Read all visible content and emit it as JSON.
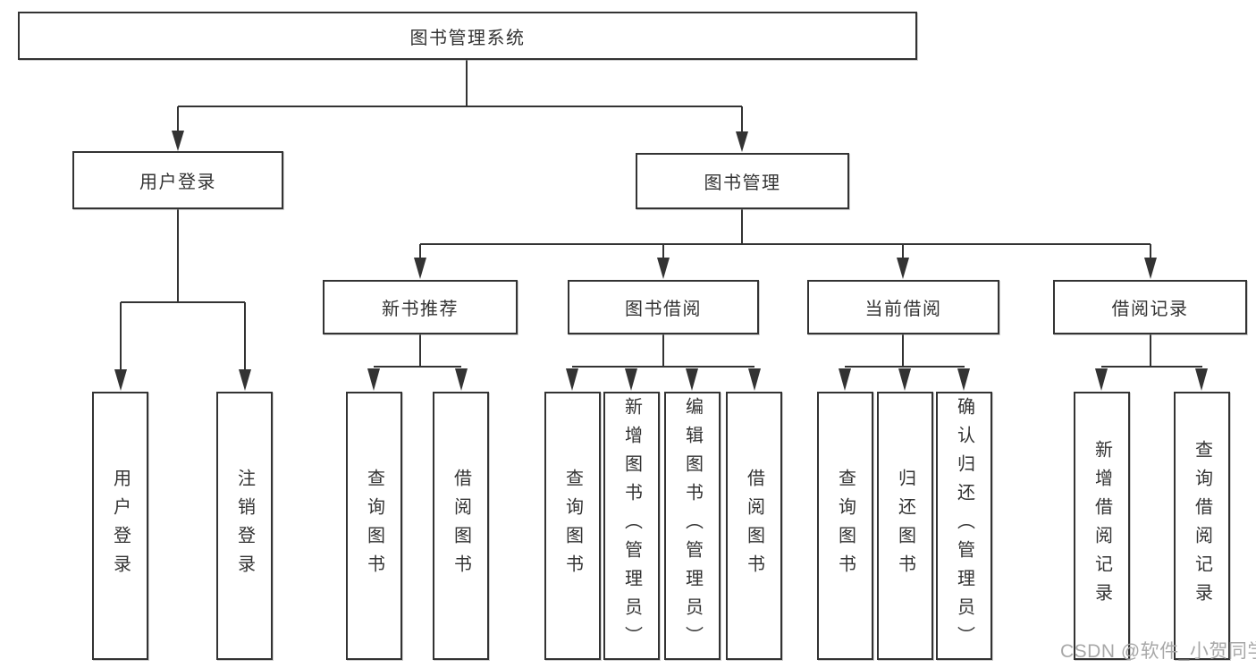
{
  "diagram": {
    "type": "hierarchy-tree",
    "root": {
      "label": "图书管理系统"
    },
    "level2": [
      {
        "id": "user-login",
        "label": "用户登录",
        "parent": "图书管理系统"
      },
      {
        "id": "book-management",
        "label": "图书管理",
        "parent": "图书管理系统"
      }
    ],
    "level3": [
      {
        "id": "new-book-recommend",
        "label": "新书推荐",
        "parent": "图书管理"
      },
      {
        "id": "book-borrow",
        "label": "图书借阅",
        "parent": "图书管理"
      },
      {
        "id": "current-borrow",
        "label": "当前借阅",
        "parent": "图书管理"
      },
      {
        "id": "borrow-records",
        "label": "借阅记录",
        "parent": "图书管理"
      }
    ],
    "leaves": [
      {
        "label": "用户登录",
        "parent": "用户登录"
      },
      {
        "label": "注销登录",
        "parent": "用户登录"
      },
      {
        "label": "查询图书",
        "parent": "新书推荐"
      },
      {
        "label": "借阅图书",
        "parent": "新书推荐"
      },
      {
        "label": "查询图书",
        "parent": "图书借阅"
      },
      {
        "label": "新增图书（管理员）",
        "parent": "图书借阅"
      },
      {
        "label": "编辑图书（管理员）",
        "parent": "图书借阅"
      },
      {
        "label": "借阅图书",
        "parent": "图书借阅"
      },
      {
        "label": "查询图书",
        "parent": "当前借阅"
      },
      {
        "label": "归还图书",
        "parent": "当前借阅"
      },
      {
        "label": "确认归还（管理员）",
        "parent": "当前借阅"
      },
      {
        "label": "新增借阅记录",
        "parent": "借阅记录"
      },
      {
        "label": "查询借阅记录",
        "parent": "借阅记录"
      }
    ]
  },
  "watermark": {
    "text": "CSDN @软件_小贺同学",
    "color": "#a8a8a8"
  },
  "colors": {
    "line": "#333333",
    "box_fill": "#ffffff",
    "text": "#333333"
  }
}
